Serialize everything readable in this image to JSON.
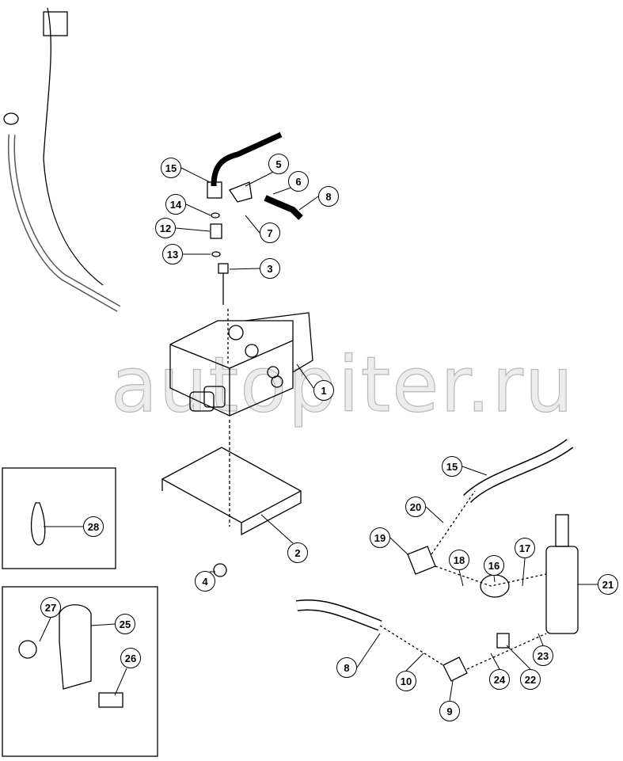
{
  "watermark": "autopiter.ru",
  "callouts": [
    "15",
    "5",
    "6",
    "8",
    "14",
    "12",
    "7",
    "13",
    "3",
    "1",
    "2",
    "4",
    "28",
    "27",
    "25",
    "26",
    "15",
    "20",
    "19",
    "18",
    "16",
    "17",
    "21",
    "8",
    "10",
    "24",
    "22",
    "23",
    "9"
  ]
}
